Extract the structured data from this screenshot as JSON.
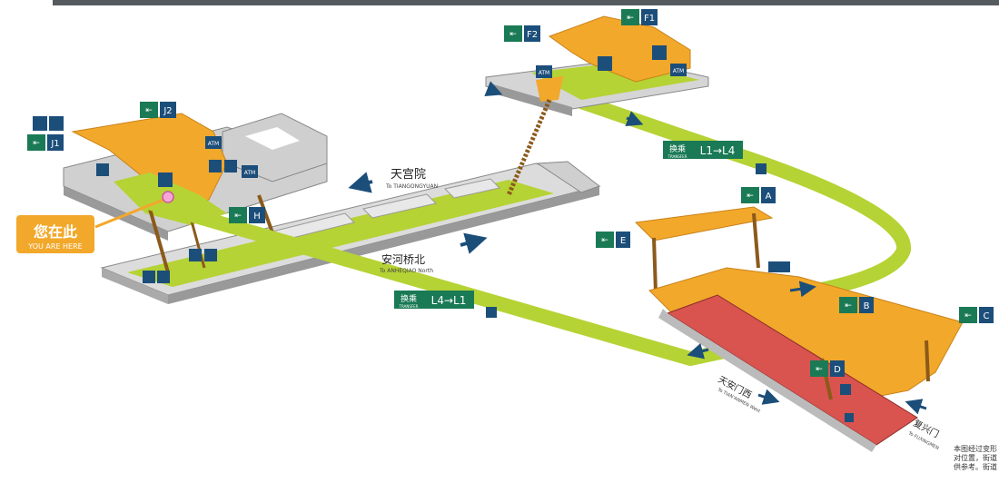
{
  "here": {
    "zh": "您在此",
    "en": "YOU ARE HERE"
  },
  "platform1": {
    "dir_top": {
      "zh": "天宫院",
      "en": "To TIANGONGYUAN"
    },
    "dir_bottom": {
      "zh": "安河桥北",
      "en": "To ANHEQIAO North"
    }
  },
  "platform2": {
    "dir_left": {
      "zh": "天安门西",
      "en": "To TIAN'ANMEN West"
    },
    "dir_right": {
      "zh": "复兴门",
      "en": "To FUXINGMEN"
    }
  },
  "transfers": [
    {
      "zh": "换乘",
      "en": "TRANSFER",
      "route": "L1→L4"
    },
    {
      "zh": "换乘",
      "en": "TRANSFER",
      "route": "L4→L1"
    }
  ],
  "exits": [
    {
      "letter": "J2",
      "label": "EXIT"
    },
    {
      "letter": "J1",
      "label": "EXIT"
    },
    {
      "letter": "H",
      "label": "EXIT"
    },
    {
      "letter": "F2",
      "label": "EXIT"
    },
    {
      "letter": "F1",
      "label": "EXIT"
    },
    {
      "letter": "A",
      "label": "EXIT"
    },
    {
      "letter": "E",
      "label": "EXIT"
    },
    {
      "letter": "B",
      "label": "EXIT"
    },
    {
      "letter": "C",
      "label": "EXIT"
    },
    {
      "letter": "D",
      "label": "EXIT"
    }
  ],
  "atm": "ATM",
  "note": {
    "line1": "本图经过变形",
    "line2": "对位置，街道",
    "line3": "供参考。街道"
  },
  "colors": {
    "green": "#b5d334",
    "orange": "#f2a82a",
    "red": "#d9534f",
    "grey": "#c8c8c8",
    "teal": "#1a7a55",
    "blue": "#1c4e7a"
  }
}
